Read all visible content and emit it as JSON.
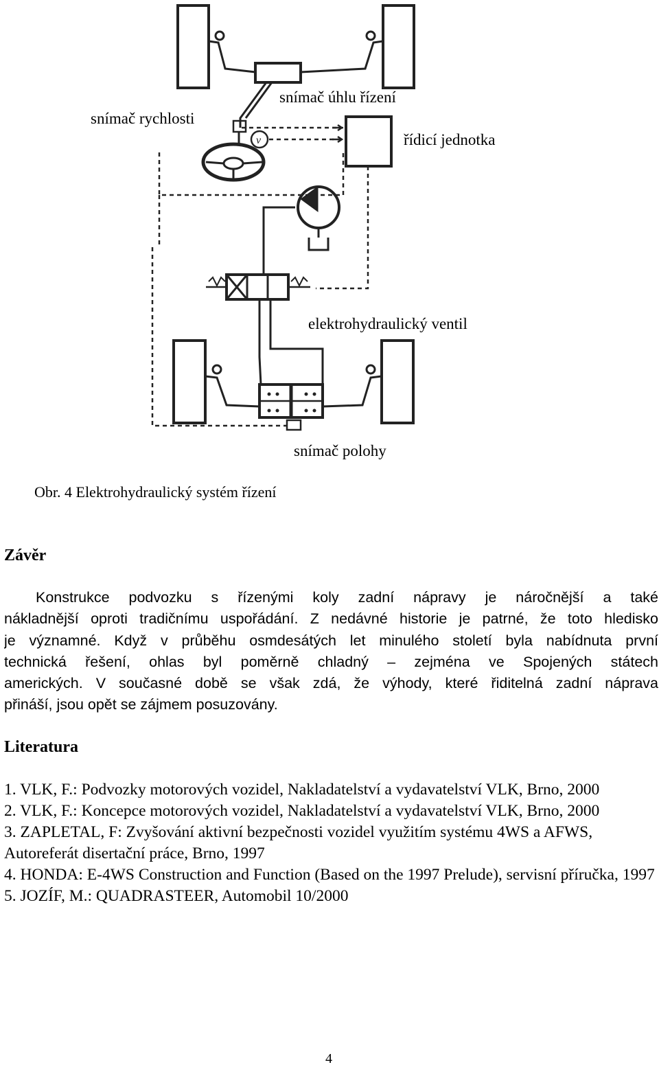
{
  "diagram": {
    "labels": {
      "speed_sensor": "snímač rychlosti",
      "steering_angle_sensor": "snímač úhlu řízení",
      "control_unit": "řídicí jednotka",
      "electrohydraulic_valve": "elektrohydraulický ventil",
      "position_sensor": "snímač polohy"
    },
    "speed_symbol": "v"
  },
  "caption": "Obr. 4 Elektrohydraulický systém řízení",
  "conclusion": {
    "heading": "Závěr",
    "lines": [
      "Konstrukce podvozku s řízenými koly zadní nápravy je náročnější a také",
      "nákladnější oproti tradičnímu uspořádání. Z nedávné historie je patrné, že toto hledisko",
      "je významné. Když v průběhu osmdesátých let minulého století byla nabídnuta první",
      "technická řešení, ohlas byl poměrně chladný – zejména ve Spojených státech",
      "amerických. V současné době se však zdá, že výhody, které řiditelná zadní náprava",
      "přináší, jsou opět se zájmem posuzovány."
    ]
  },
  "literature": {
    "heading": "Literatura",
    "items": [
      "1. VLK, F.: Podvozky motorových vozidel, Nakladatelství a vydavatelství VLK, Brno, 2000",
      "2. VLK, F.: Koncepce motorových vozidel, Nakladatelství a vydavatelství VLK, Brno, 2000",
      "3. ZAPLETAL, F: Zvyšování aktivní bezpečnosti vozidel využitím systému 4WS a AFWS, Autoreferát disertační práce, Brno, 1997",
      "4. HONDA: E-4WS Construction and Function (Based on the 1997 Prelude), servisní příručka, 1997",
      "5. JOZÍF, M.: QUADRASTEER, Automobil 10/2000"
    ]
  },
  "page_number": "4"
}
